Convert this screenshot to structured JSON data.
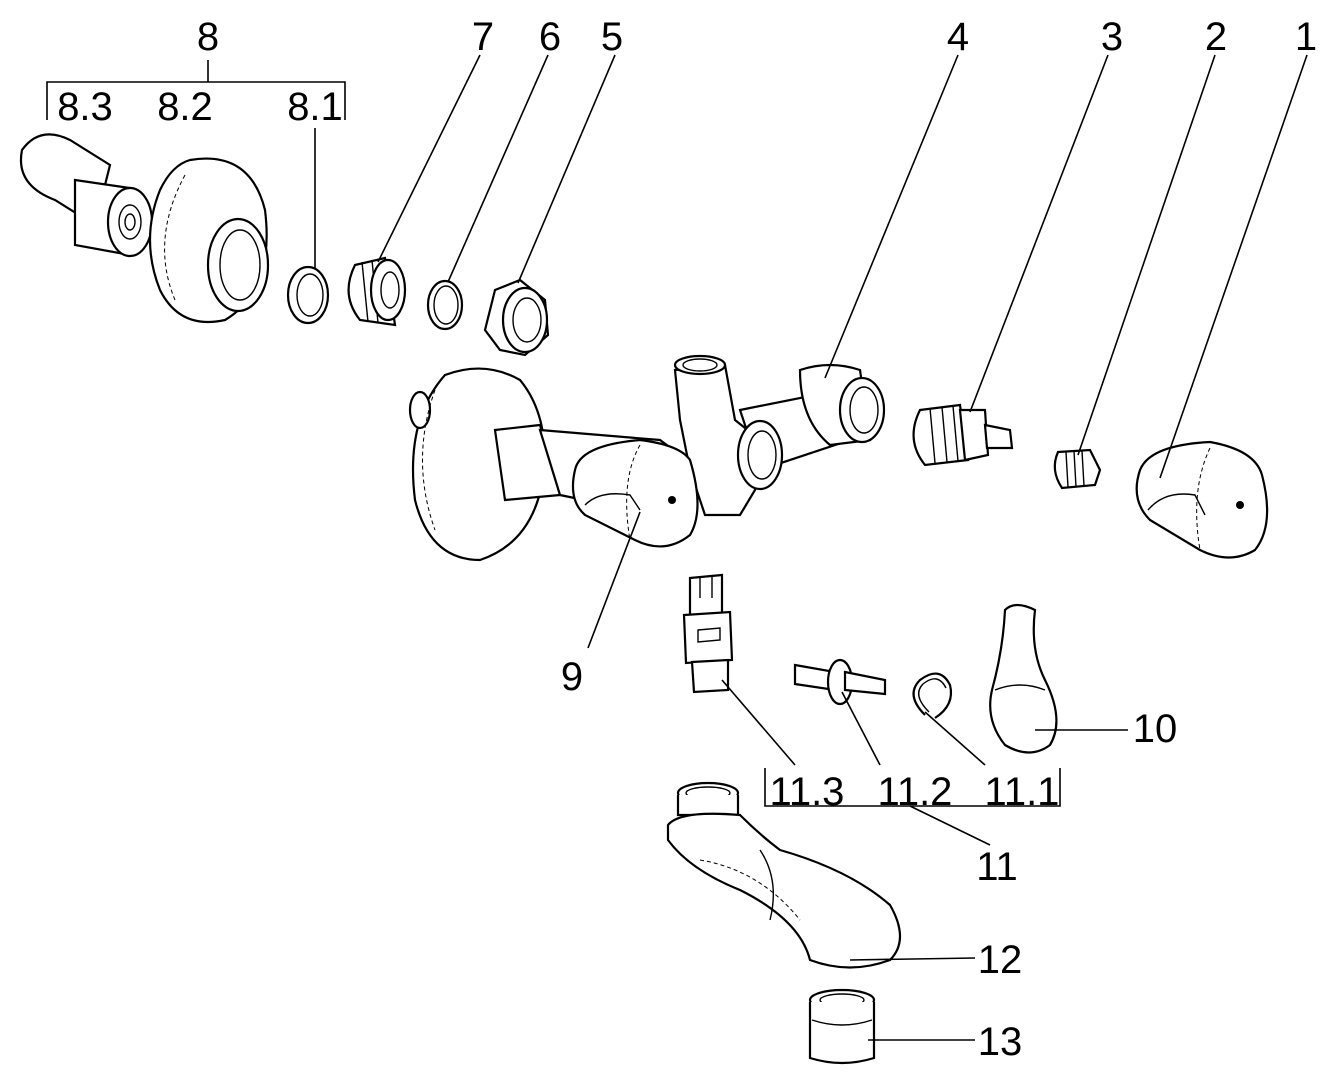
{
  "diagram": {
    "type": "exploded-parts-view",
    "labels": {
      "p1": "1",
      "p2": "2",
      "p3": "3",
      "p4": "4",
      "p5": "5",
      "p6": "6",
      "p7": "7",
      "p8": "8",
      "p8_1": "8.1",
      "p8_2": "8.2",
      "p8_3": "8.3",
      "p9": "9",
      "p10": "10",
      "p11": "11",
      "p11_1": "11.1",
      "p11_2": "11.2",
      "p11_3": "11.3",
      "p12": "12",
      "p13": "13"
    },
    "colors": {
      "line": "#000000",
      "background": "#ffffff"
    }
  }
}
